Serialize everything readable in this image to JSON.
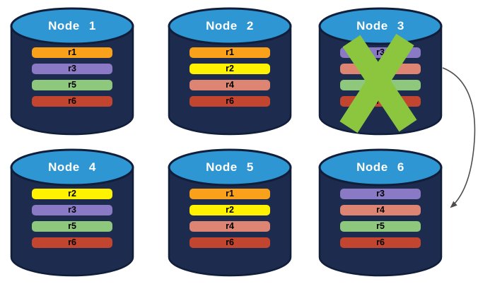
{
  "diagram": {
    "type": "database-replication-diagram",
    "colors": {
      "background": "#FFFFFF",
      "body": "#1C2B4E",
      "outline": "#101E3A",
      "top": "#2E96D3",
      "title_text": "#FFFFFF",
      "bar_text": "#000000",
      "x_mark": "#8CC63F",
      "arrow": "#4D4D4D"
    },
    "replica_colors": {
      "r1": "#F9A11B",
      "r2": "#FEF200",
      "r3": "#8A79C4",
      "r4": "#DD8472",
      "r5": "#8EC87D",
      "r6": "#C2452F"
    },
    "nodes": [
      {
        "label": "Node 1",
        "failed": false,
        "replicas": [
          "r1",
          "r3",
          "r5",
          "r6"
        ]
      },
      {
        "label": "Node 2",
        "failed": false,
        "replicas": [
          "r1",
          "r2",
          "r4",
          "r6"
        ]
      },
      {
        "label": "Node 3",
        "failed": true,
        "replicas": [
          "r3",
          "r4",
          "r5",
          "r6"
        ]
      },
      {
        "label": "Node 4",
        "failed": false,
        "replicas": [
          "r2",
          "r3",
          "r5",
          "r6"
        ]
      },
      {
        "label": "Node 5",
        "failed": false,
        "replicas": [
          "r1",
          "r2",
          "r4",
          "r6"
        ]
      },
      {
        "label": "Node 6",
        "failed": false,
        "replicas": [
          "r3",
          "r4",
          "r5",
          "r6"
        ]
      }
    ],
    "arrow": {
      "from": "Node 3",
      "to": "Node 6"
    }
  }
}
